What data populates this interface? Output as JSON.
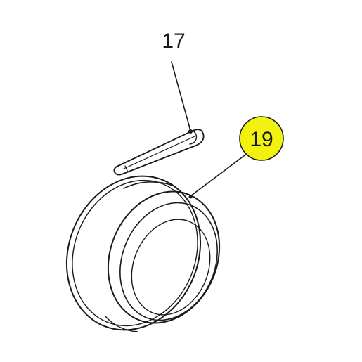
{
  "callouts": [
    {
      "id": "17",
      "label": "17",
      "highlighted": false
    },
    {
      "id": "19",
      "label": "19",
      "highlighted": true
    }
  ],
  "colors": {
    "highlight_fill": "#f2f20f",
    "line": "#1a1a1a",
    "background": "#ffffff"
  },
  "parts": {
    "pin": "cotter-pin",
    "cap": "hub-cap"
  }
}
